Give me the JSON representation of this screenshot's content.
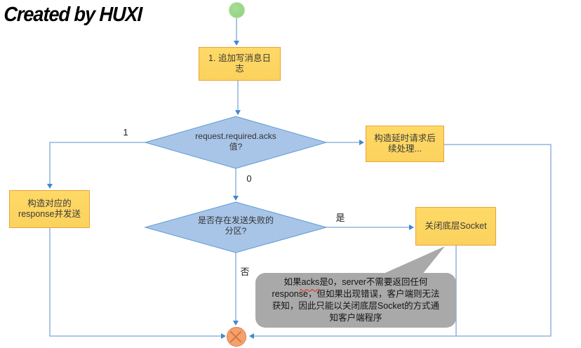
{
  "watermark": "Created by HUXI",
  "flowchart": {
    "start_node": {
      "type": "start"
    },
    "step_append_log": {
      "lines": [
        "1. 追加写消息日",
        "志"
      ]
    },
    "decision_acks": {
      "lines": [
        "request.required.acks",
        "值?"
      ]
    },
    "box_response": {
      "lines": [
        "构造对应的",
        "response并发送"
      ]
    },
    "box_delayed": {
      "lines": [
        "构造延时请求后",
        "续处理..."
      ]
    },
    "decision_failed_partitions": {
      "lines": [
        "是否存在发送失败的",
        "分区?"
      ]
    },
    "box_close_socket": {
      "label": "关闭底层Socket"
    },
    "end_node": {
      "type": "end"
    }
  },
  "edge_labels": {
    "acks_one": "1",
    "acks_zero": "0",
    "yes": "是",
    "no": "否"
  },
  "callout": {
    "lines": [
      "如果acks是0，server不需要返回任何",
      "response，但如果出现错误，客户端则无法",
      "获知，因此只能以关闭底层Socket的方式通",
      "知客户端程序"
    ],
    "misspelled_word": "acks"
  },
  "colors": {
    "node_fill": "#FFD966",
    "node_border": "#E9A23C",
    "diamond_fill": "#A8C5E8",
    "diamond_border": "#5B9BD5",
    "connector": "#7BA7D7",
    "arrow": "#4288CE",
    "start_fill": "#90D07F",
    "start_border": "#B9E2AC",
    "end_fill": "#F2A36C",
    "end_border": "#E8774E",
    "end_cross": "#DE7140",
    "callout_fill": "#A9A9A9",
    "squiggle": "#E03C31"
  }
}
